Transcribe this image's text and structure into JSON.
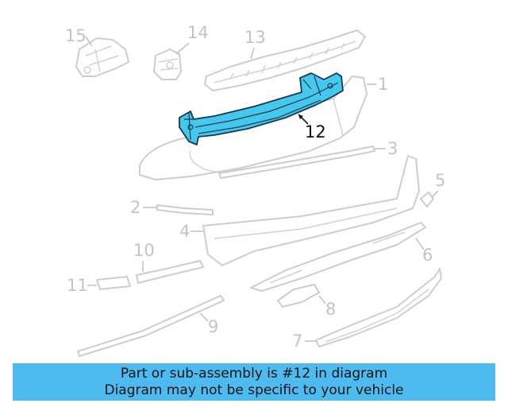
{
  "diagram": {
    "highlight_color": "#45c8ee",
    "labels": {
      "p1": "1",
      "p2": "2",
      "p3": "3",
      "p4": "4",
      "p5": "5",
      "p6": "6",
      "p7": "7",
      "p8": "8",
      "p9": "9",
      "p10": "10",
      "p11": "11",
      "p12": "12",
      "p13": "13",
      "p14": "14",
      "p15": "15"
    }
  },
  "banner": {
    "line1": "Part or sub-assembly is #12 in diagram",
    "line2": "Diagram may not be specific to your vehicle",
    "background": "#4dbbf0"
  }
}
